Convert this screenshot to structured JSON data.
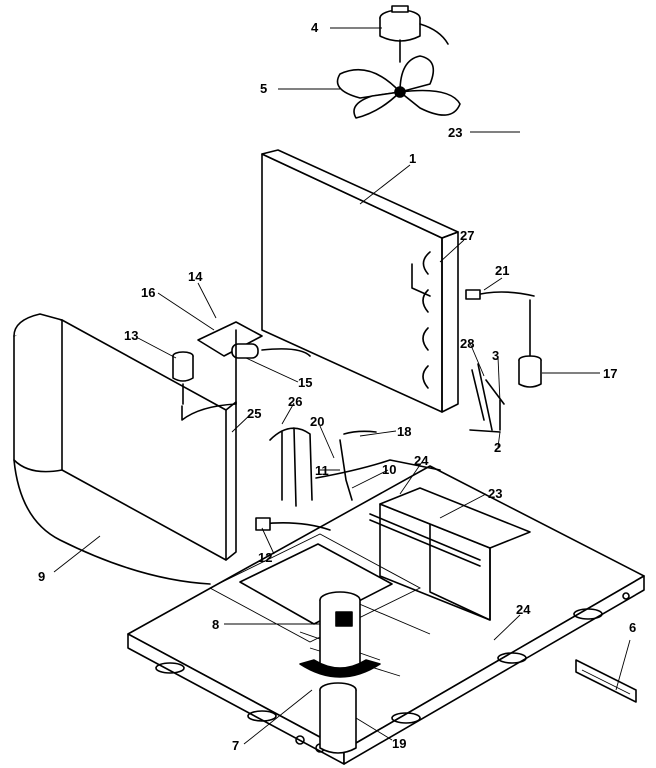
{
  "callouts": [
    {
      "id": "c4",
      "text": "4"
    },
    {
      "id": "c5",
      "text": "5"
    },
    {
      "id": "c23a",
      "text": "23"
    },
    {
      "id": "c1",
      "text": "1"
    },
    {
      "id": "c27",
      "text": "27"
    },
    {
      "id": "c21",
      "text": "21"
    },
    {
      "id": "c14",
      "text": "14"
    },
    {
      "id": "c16",
      "text": "16"
    },
    {
      "id": "c13",
      "text": "13"
    },
    {
      "id": "c15",
      "text": "15"
    },
    {
      "id": "c28",
      "text": "28"
    },
    {
      "id": "c3",
      "text": "3"
    },
    {
      "id": "c17",
      "text": "17"
    },
    {
      "id": "c26",
      "text": "26"
    },
    {
      "id": "c25",
      "text": "25"
    },
    {
      "id": "c20",
      "text": "20"
    },
    {
      "id": "c18",
      "text": "18"
    },
    {
      "id": "c2",
      "text": "2"
    },
    {
      "id": "c11",
      "text": "11"
    },
    {
      "id": "c10",
      "text": "10"
    },
    {
      "id": "c24a",
      "text": "24"
    },
    {
      "id": "c23b",
      "text": "23"
    },
    {
      "id": "c9",
      "text": "9"
    },
    {
      "id": "c12",
      "text": "12"
    },
    {
      "id": "c8",
      "text": "8"
    },
    {
      "id": "c24b",
      "text": "24"
    },
    {
      "id": "c6",
      "text": "6"
    },
    {
      "id": "c7",
      "text": "7"
    },
    {
      "id": "c19",
      "text": "19"
    }
  ]
}
